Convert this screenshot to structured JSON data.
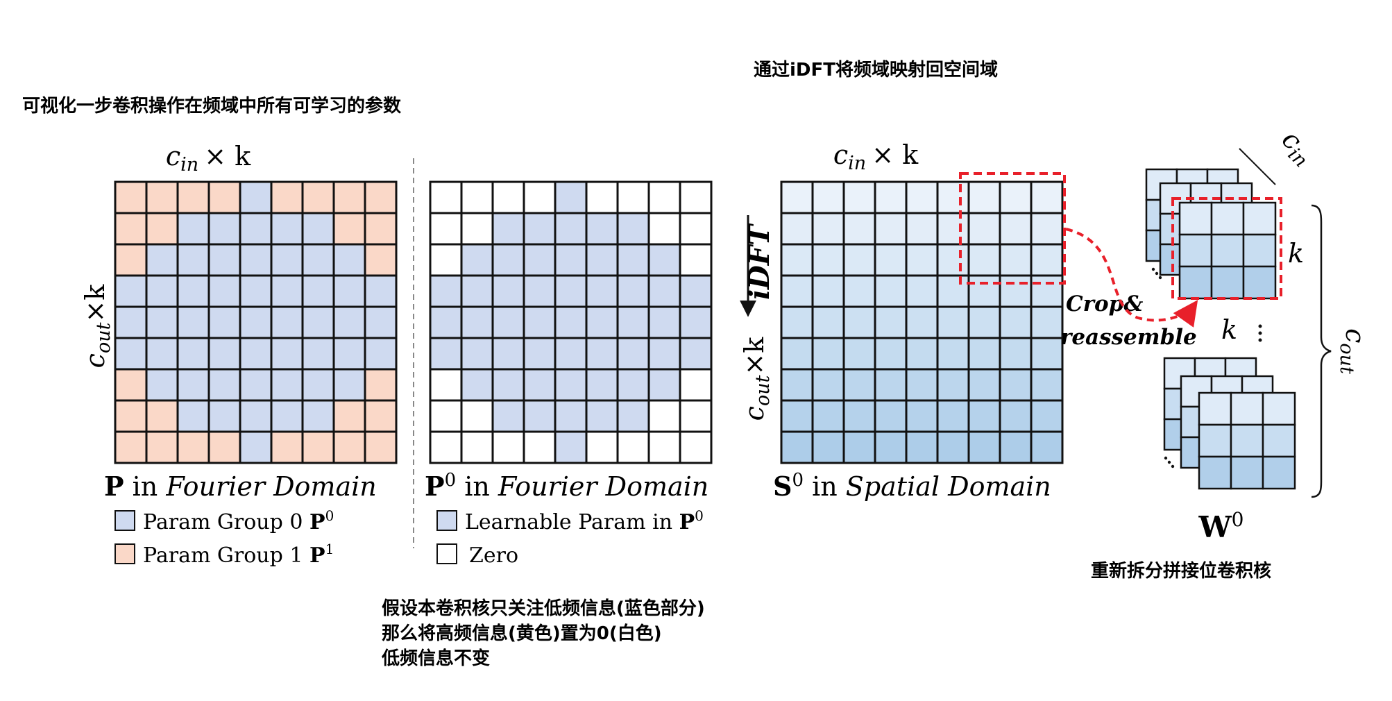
{
  "annotations": {
    "top_left": "可视化一步卷积操作在频域中所有可学习的参数",
    "top_middle": "通过iDFT将频域映射回空间域",
    "bottom_lines": [
      "假设本卷积核只关注低频信息(蓝色部分)",
      "那么将高频信息(黄色)置为0(白色)",
      "低频信息不变"
    ],
    "right_bottom": "重新拆分拼接位卷积核"
  },
  "panel_p": {
    "top_axis": {
      "base": "c",
      "sub": "in",
      "rest": "× k"
    },
    "side_axis": {
      "base": "c",
      "sub": "out",
      "rest": "×k"
    },
    "caption": {
      "bold": "P",
      "normal": " in ",
      "italic": "Fourier Domain"
    },
    "legend": [
      {
        "text": "Param Group 0 ",
        "bold": "P",
        "sup": "0",
        "color": "#cfdaf0"
      },
      {
        "text": "Param Group 1 ",
        "bold": "P",
        "sup": "1",
        "color": "#fad8c8"
      }
    ]
  },
  "panel_p0": {
    "caption": {
      "bold": "P",
      "sup": "0",
      "normal": " in ",
      "italic": "Fourier Domain"
    },
    "legend": [
      {
        "text": "Learnable Param in ",
        "bold": "P",
        "sup": "0",
        "color": "#cfdaf0"
      },
      {
        "text": "Zero",
        "bold": "",
        "sup": "",
        "color": "#ffffff"
      }
    ]
  },
  "idft_label": "iDFT",
  "panel_s0": {
    "top_axis": {
      "base": "c",
      "sub": "in",
      "rest": "× k"
    },
    "side_axis": {
      "base": "c",
      "sub": "out",
      "rest": "×k"
    },
    "caption": {
      "bold": "S",
      "sup": "0",
      "normal": " in ",
      "italic": "Spatial Domain"
    }
  },
  "crop_label": [
    "Crop&",
    "reassemble"
  ],
  "kernels": {
    "cin_label": {
      "base": "c",
      "sub": "in"
    },
    "k_right": "k",
    "k_mid": "k",
    "cout_label": {
      "base": "c",
      "sub": "out"
    },
    "caption": {
      "bold": "W",
      "sup": "0"
    }
  },
  "colors": {
    "group0_blue": "#cfdaf0",
    "group1_peach": "#fad8c8",
    "spatial_top": "#eef4fb",
    "spatial_bottom": "#a9cbe8",
    "crop_red": "#e8202a",
    "grid_border": "#111111"
  }
}
